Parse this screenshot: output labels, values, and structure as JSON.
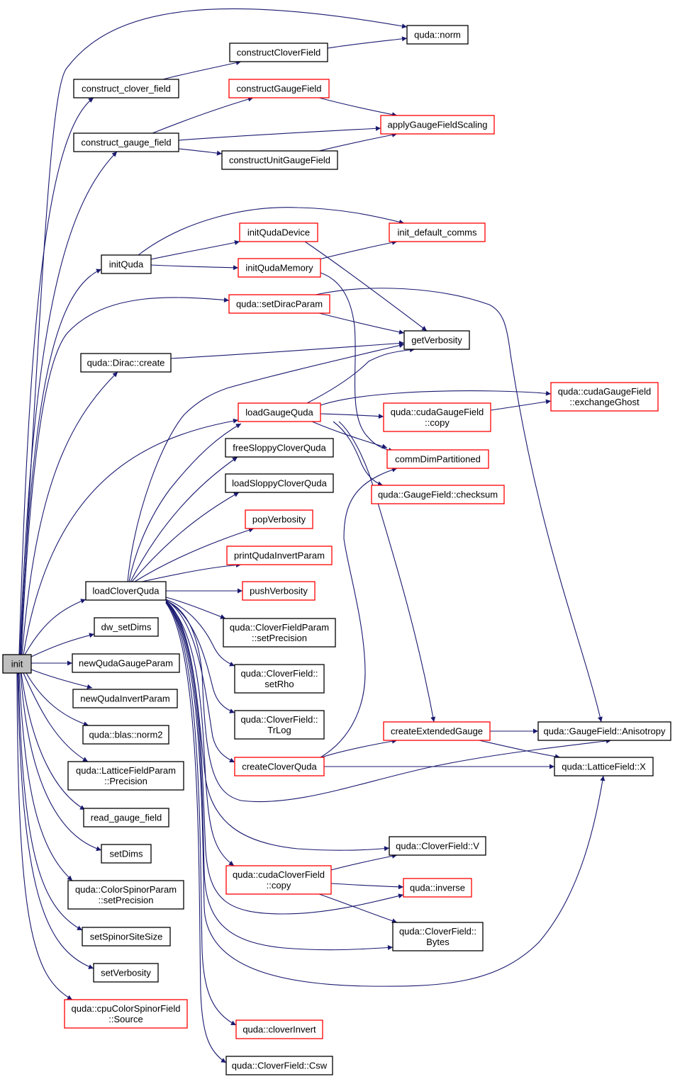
{
  "graph": {
    "root": "init",
    "colors": {
      "edge": "#191970",
      "node_border": "#000000",
      "truncated_border": "#ff0000",
      "root_fill": "#bfbfbf"
    },
    "nodes": [
      {
        "id": "init",
        "lines": [
          "init"
        ],
        "style": "root"
      },
      {
        "id": "quda_norm",
        "lines": [
          "quda::norm"
        ],
        "style": "normal"
      },
      {
        "id": "constructCloverField",
        "lines": [
          "constructCloverField"
        ],
        "style": "normal"
      },
      {
        "id": "construct_clover_field",
        "lines": [
          "construct_clover_field"
        ],
        "style": "normal"
      },
      {
        "id": "constructGaugeField",
        "lines": [
          "constructGaugeField"
        ],
        "style": "red"
      },
      {
        "id": "applyGaugeFieldScaling",
        "lines": [
          "applyGaugeFieldScaling"
        ],
        "style": "red"
      },
      {
        "id": "construct_gauge_field",
        "lines": [
          "construct_gauge_field"
        ],
        "style": "normal"
      },
      {
        "id": "constructUnitGaugeField",
        "lines": [
          "constructUnitGaugeField"
        ],
        "style": "normal"
      },
      {
        "id": "initQudaDevice",
        "lines": [
          "initQudaDevice"
        ],
        "style": "red"
      },
      {
        "id": "init_default_comms",
        "lines": [
          "init_default_comms"
        ],
        "style": "red"
      },
      {
        "id": "initQuda",
        "lines": [
          "initQuda"
        ],
        "style": "normal"
      },
      {
        "id": "initQudaMemory",
        "lines": [
          "initQudaMemory"
        ],
        "style": "red"
      },
      {
        "id": "setDiracParam",
        "lines": [
          "quda::setDiracParam"
        ],
        "style": "red"
      },
      {
        "id": "getVerbosity",
        "lines": [
          "getVerbosity"
        ],
        "style": "normal"
      },
      {
        "id": "dirac_create",
        "lines": [
          "quda::Dirac::create"
        ],
        "style": "normal"
      },
      {
        "id": "cudaGaugeField_exchangeGhost",
        "lines": [
          "quda::cudaGaugeField",
          "::exchangeGhost"
        ],
        "style": "red"
      },
      {
        "id": "loadGaugeQuda",
        "lines": [
          "loadGaugeQuda"
        ],
        "style": "red"
      },
      {
        "id": "cudaGaugeField_copy",
        "lines": [
          "quda::cudaGaugeField",
          "::copy"
        ],
        "style": "red"
      },
      {
        "id": "freeSloppyCloverQuda",
        "lines": [
          "freeSloppyCloverQuda"
        ],
        "style": "normal"
      },
      {
        "id": "commDimPartitioned",
        "lines": [
          "commDimPartitioned"
        ],
        "style": "red"
      },
      {
        "id": "loadSloppyCloverQuda",
        "lines": [
          "loadSloppyCloverQuda"
        ],
        "style": "normal"
      },
      {
        "id": "gaugeField_checksum",
        "lines": [
          "quda::GaugeField::checksum"
        ],
        "style": "red"
      },
      {
        "id": "popVerbosity",
        "lines": [
          "popVerbosity"
        ],
        "style": "red"
      },
      {
        "id": "printQudaInvertParam",
        "lines": [
          "printQudaInvertParam"
        ],
        "style": "red"
      },
      {
        "id": "loadCloverQuda",
        "lines": [
          "loadCloverQuda"
        ],
        "style": "normal"
      },
      {
        "id": "pushVerbosity",
        "lines": [
          "pushVerbosity"
        ],
        "style": "red"
      },
      {
        "id": "dw_setDims",
        "lines": [
          "dw_setDims"
        ],
        "style": "normal"
      },
      {
        "id": "cloverFieldParam_setPrecision",
        "lines": [
          "quda::CloverFieldParam",
          "::setPrecision"
        ],
        "style": "normal"
      },
      {
        "id": "newQudaGaugeParam",
        "lines": [
          "newQudaGaugeParam"
        ],
        "style": "normal"
      },
      {
        "id": "cloverField_setRho",
        "lines": [
          "quda::CloverField::",
          "setRho"
        ],
        "style": "normal"
      },
      {
        "id": "newQudaInvertParam",
        "lines": [
          "newQudaInvertParam"
        ],
        "style": "normal"
      },
      {
        "id": "blas_norm2",
        "lines": [
          "quda::blas::norm2"
        ],
        "style": "normal"
      },
      {
        "id": "cloverField_TrLog",
        "lines": [
          "quda::CloverField::",
          "TrLog"
        ],
        "style": "normal"
      },
      {
        "id": "createExtendedGauge",
        "lines": [
          "createExtendedGauge"
        ],
        "style": "red"
      },
      {
        "id": "gaugeField_Anisotropy",
        "lines": [
          "quda::GaugeField::Anisotropy"
        ],
        "style": "normal"
      },
      {
        "id": "latticeFieldParam_Precision",
        "lines": [
          "quda::LatticeFieldParam",
          "::Precision"
        ],
        "style": "normal"
      },
      {
        "id": "createCloverQuda",
        "lines": [
          "createCloverQuda"
        ],
        "style": "red"
      },
      {
        "id": "latticeField_X",
        "lines": [
          "quda::LatticeField::X"
        ],
        "style": "normal"
      },
      {
        "id": "read_gauge_field",
        "lines": [
          "read_gauge_field"
        ],
        "style": "normal"
      },
      {
        "id": "cloverField_V",
        "lines": [
          "quda::CloverField::V"
        ],
        "style": "normal"
      },
      {
        "id": "setDims",
        "lines": [
          "setDims"
        ],
        "style": "normal"
      },
      {
        "id": "cudaCloverField_copy",
        "lines": [
          "quda::cudaCloverField",
          "::copy"
        ],
        "style": "red"
      },
      {
        "id": "quda_inverse",
        "lines": [
          "quda::inverse"
        ],
        "style": "red"
      },
      {
        "id": "colorSpinorParam_setPrecision",
        "lines": [
          "quda::ColorSpinorParam",
          "::setPrecision"
        ],
        "style": "normal"
      },
      {
        "id": "cloverField_Bytes",
        "lines": [
          "quda::CloverField::",
          "Bytes"
        ],
        "style": "normal"
      },
      {
        "id": "setSpinorSiteSize",
        "lines": [
          "setSpinorSiteSize"
        ],
        "style": "normal"
      },
      {
        "id": "setVerbosity",
        "lines": [
          "setVerbosity"
        ],
        "style": "normal"
      },
      {
        "id": "cpuColorSpinorField_Source",
        "lines": [
          "quda::cpuColorSpinorField",
          "::Source"
        ],
        "style": "red"
      },
      {
        "id": "cloverInvert",
        "lines": [
          "quda::cloverInvert"
        ],
        "style": "red"
      },
      {
        "id": "cloverField_Csw",
        "lines": [
          "quda::CloverField::Csw"
        ],
        "style": "normal"
      }
    ]
  }
}
